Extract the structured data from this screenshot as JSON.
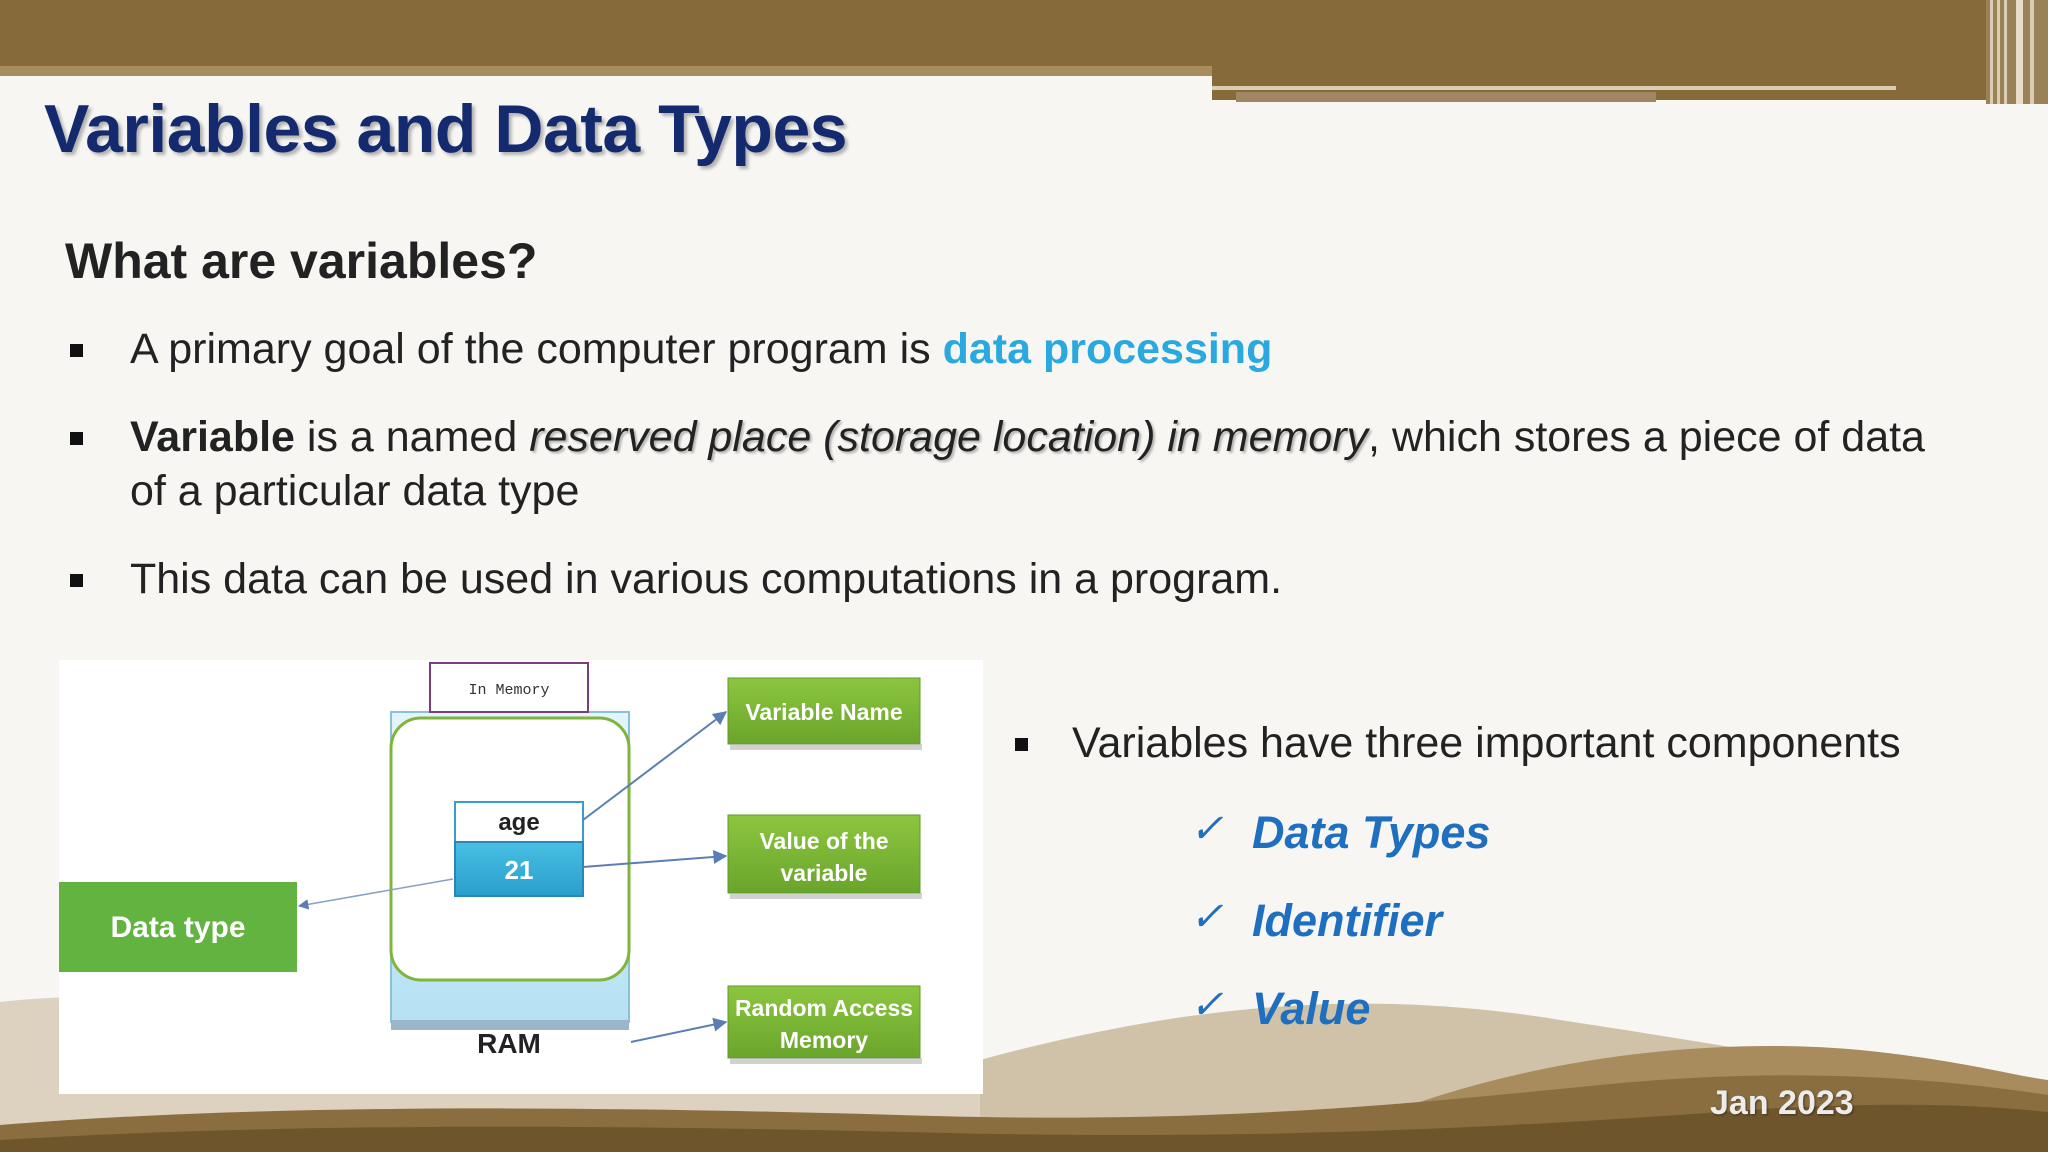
{
  "slide": {
    "title": "Variables and Data Types",
    "subtitle": "What are variables?",
    "bullets": {
      "b1": {
        "prefix": "A primary goal of the computer program is ",
        "highlight": "data processing"
      },
      "b2": {
        "bold": "Variable",
        "mid": " is a named ",
        "emphasis": "reserved place (storage location) in memory",
        "rest": ", which stores a piece of data of a particular data type"
      },
      "b3": {
        "text": "This data can be used in various computations in a program."
      }
    },
    "components": {
      "heading": "Variables have three important components",
      "items": [
        "Data Types",
        "Identifier",
        "Value"
      ]
    },
    "footer": {
      "date": "Jan 2023"
    },
    "colors": {
      "title": "#142a6e",
      "highlight": "#29a9e0",
      "component": "#1f6fc0",
      "band": "#866a3a"
    }
  },
  "diagram": {
    "in_memory": "In Memory",
    "var_name": "age",
    "var_value": "21",
    "ram": "RAM",
    "data_type": "Data type",
    "label_variable_name": "Variable Name",
    "label_value_line1": "Value of the",
    "label_value_line2": "variable",
    "label_ram_line1": "Random Access",
    "label_ram_line2": "Memory"
  }
}
